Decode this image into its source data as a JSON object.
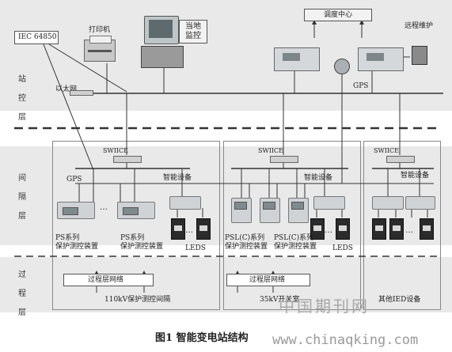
{
  "labels": {
    "iec": "IEC 64850",
    "printer": "打印机",
    "local_monitor_1": "当地",
    "local_monitor_2": "监控",
    "dispatch_center": "调度中心",
    "remote_maint": "远程维护",
    "ethernet": "以太网",
    "gps_top": "GPS",
    "switch_1": "SWIICE",
    "switch_2": "SWIICE",
    "switch_3": "SWIICE",
    "gps_mid": "GPS",
    "smart_dev_1": "智能设备",
    "smart_dev_2": "智能设备",
    "smart_dev_3": "智能设备",
    "ps1_line1": "PS系列",
    "ps1_line2": "保护测控装置",
    "ps2_line1": "PS系列",
    "ps2_line2": "保护测控装置",
    "psl1_line1": "PSL(C)系列",
    "psl1_line2": "保护测控装置",
    "psl2_line1": "PSL(C)系列",
    "psl2_line2": "保护测控装置",
    "leds_1": "LEDS",
    "leds_2": "LEDS",
    "proc_net_1": "过程层网络",
    "proc_net_2": "过程层网络",
    "region_1": "110kV保护测控间隔",
    "region_2": "35kV开关室",
    "region_3": "其他IED设备",
    "caption": "图1 智能变电站结构",
    "watermark_cn": "中国期刊网",
    "watermark_url": "www.chinaqking.com"
  },
  "layers": {
    "station": "站控层",
    "bay": "间隔层",
    "process": "过程层"
  },
  "ellipsis": "…",
  "colors": {
    "band": "#e9e9e9",
    "line": "#333333",
    "watermark": "#9a9a9a"
  }
}
